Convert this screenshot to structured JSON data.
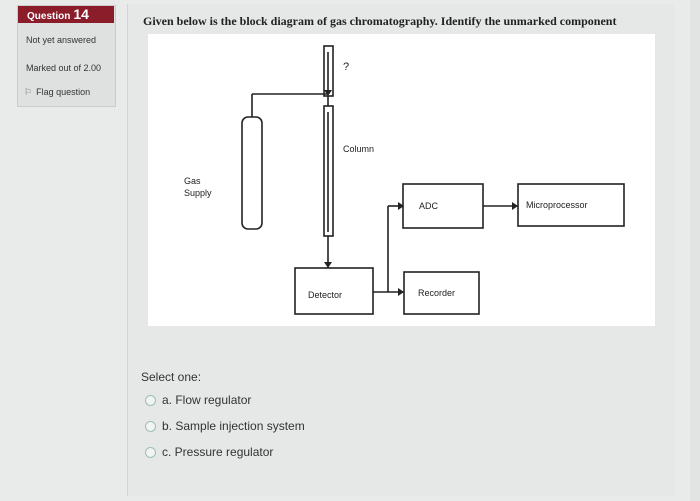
{
  "question": {
    "label": "Question",
    "number": "14",
    "state": "Not yet answered",
    "grade": "Marked out of 2.00",
    "flag": "Flag question"
  },
  "text": "Given below is the block diagram of gas chromatography. Identify the unmarked component",
  "diagram": {
    "gas_supply": [
      "Gas",
      "Supply"
    ],
    "unknown": "?",
    "column": "Column",
    "adc": "ADC",
    "microprocessor": "Microprocessor",
    "detector": "Detector",
    "recorder": "Recorder"
  },
  "prompt": "Select one:",
  "options": [
    "a. Flow regulator",
    "b. Sample injection system",
    "c. Pressure regulator"
  ]
}
